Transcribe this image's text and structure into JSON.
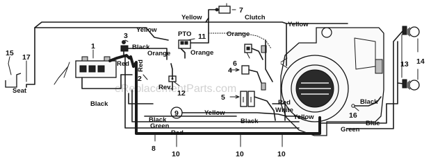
{
  "watermark": "eReplacementParts.com",
  "wire_labels": {
    "yellow_top": "Yellow",
    "yellow_top_right": "Yellow",
    "yellow_mid": "Yellow",
    "yellow_engine": "Yellow",
    "yellow_lower": "Yellow",
    "clutch": "Clutch",
    "black_solenoid": "Black",
    "pto": "PTO",
    "orange_left": "Orange",
    "orange_pto": "Orange",
    "orange_right": "Orange",
    "red_battery": "Red",
    "red_switch": "Red",
    "rev": "Rev.",
    "black_battery": "Black",
    "seat": "Seat",
    "red_white": "Red\nWhite",
    "black_harness": "Black",
    "black_bottom_left": "Black",
    "green_left": "Green",
    "red_bottom": "Red",
    "black_right": "Black",
    "blue": "Blue",
    "green_bottom": "Green"
  },
  "part_numbers": {
    "p1": "1",
    "p2": "2",
    "p3": "3",
    "p4": "4",
    "p5": "5",
    "p6": "6",
    "p7": "7",
    "p8": "8",
    "p9": "9",
    "p10a": "10",
    "p10b": "10",
    "p10c": "10",
    "p11": "11",
    "p12": "12",
    "p13": "13",
    "p14": "14",
    "p15": "15",
    "p16": "16",
    "p17": "17"
  }
}
